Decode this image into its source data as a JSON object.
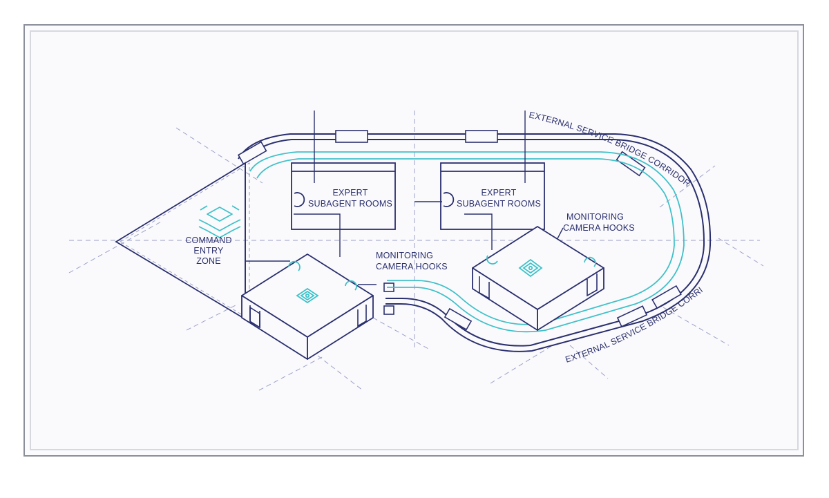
{
  "labels": {
    "expert_left_1": "EXPERT",
    "expert_left_2": "SUBAGENT ROOMS",
    "expert_right_1": "EXPERT",
    "expert_right_2": "SUBAGENT ROOMS",
    "command_1": "COMMAND",
    "command_2": "ENTRY",
    "command_3": "ZONE",
    "monitor_left_1": "MONITORING",
    "monitor_left_2": "CAMERA HOOKS",
    "monitor_right_1": "MONITORING",
    "monitor_right_2": "CAMERA HOOKS",
    "corridor_top": "EXTERNAL SERVICE BRIDGE CORRIDORS",
    "corridor_bottom": "EXTERNAL SERVICE BRIDGE CORRIDORS"
  },
  "colors": {
    "ink": "#2a2f6e",
    "teal": "#3fc1c9",
    "guide": "#9aa0c8",
    "frame": "#8a8f99"
  },
  "icons": [
    "layers-icon",
    "camera-hook-icon",
    "device-icon"
  ]
}
